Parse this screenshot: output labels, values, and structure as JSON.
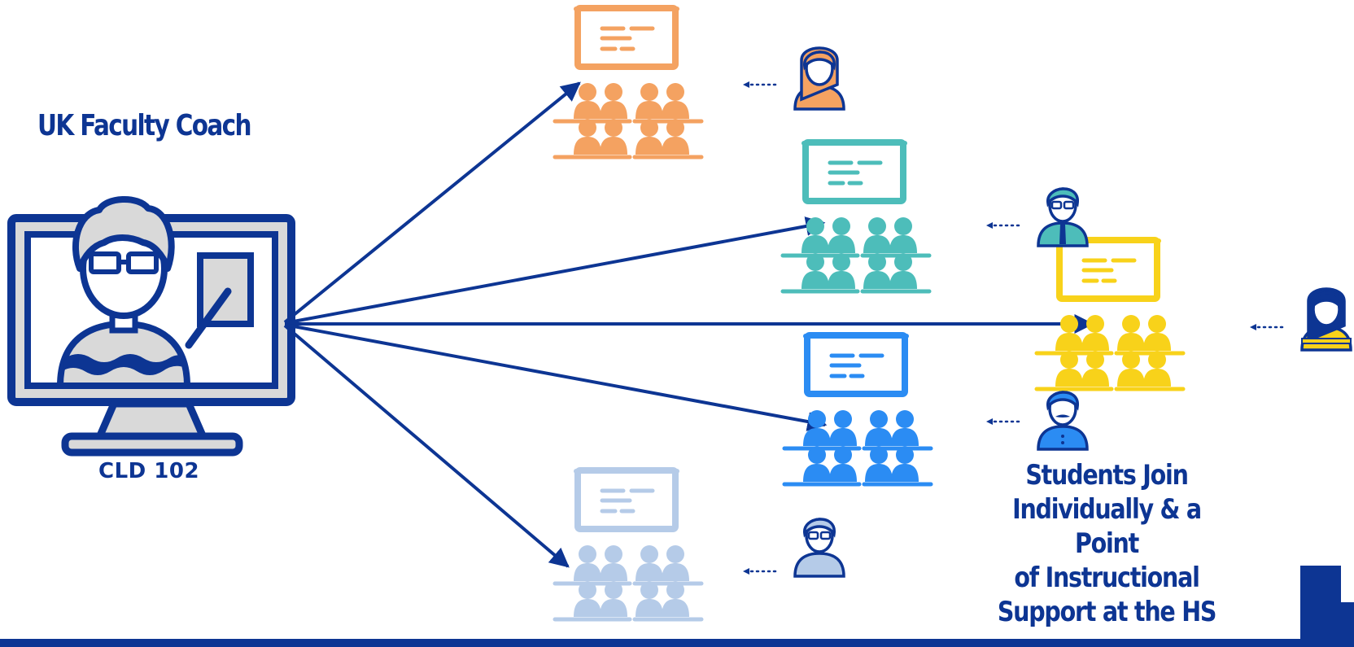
{
  "coach": {
    "title": "UK Faculty Coach",
    "course": "CLD 102"
  },
  "students_note": [
    "Students Join",
    "Individually & a Point",
    "of Instructional",
    "Support at the HS"
  ],
  "colors": {
    "navy": "#0d3593",
    "orange": "#f4a261",
    "teal": "#4dbdba",
    "yellow": "#f8d21a",
    "blue": "#2b8cf3",
    "lightblue": "#b5cbe8",
    "monitor_fill": "#d9d9d9"
  },
  "classrooms": [
    {
      "id": "orange",
      "color": "orange",
      "teacher": "woman-teacher-icon"
    },
    {
      "id": "teal",
      "color": "teal",
      "teacher": "man-with-glasses-icon"
    },
    {
      "id": "yellow",
      "color": "yellow",
      "teacher": "woman-braids-icon"
    },
    {
      "id": "blue",
      "color": "blue",
      "teacher": "man-mustache-icon"
    },
    {
      "id": "lightblue",
      "color": "lightblue",
      "teacher": "woman-glasses-icon"
    }
  ]
}
